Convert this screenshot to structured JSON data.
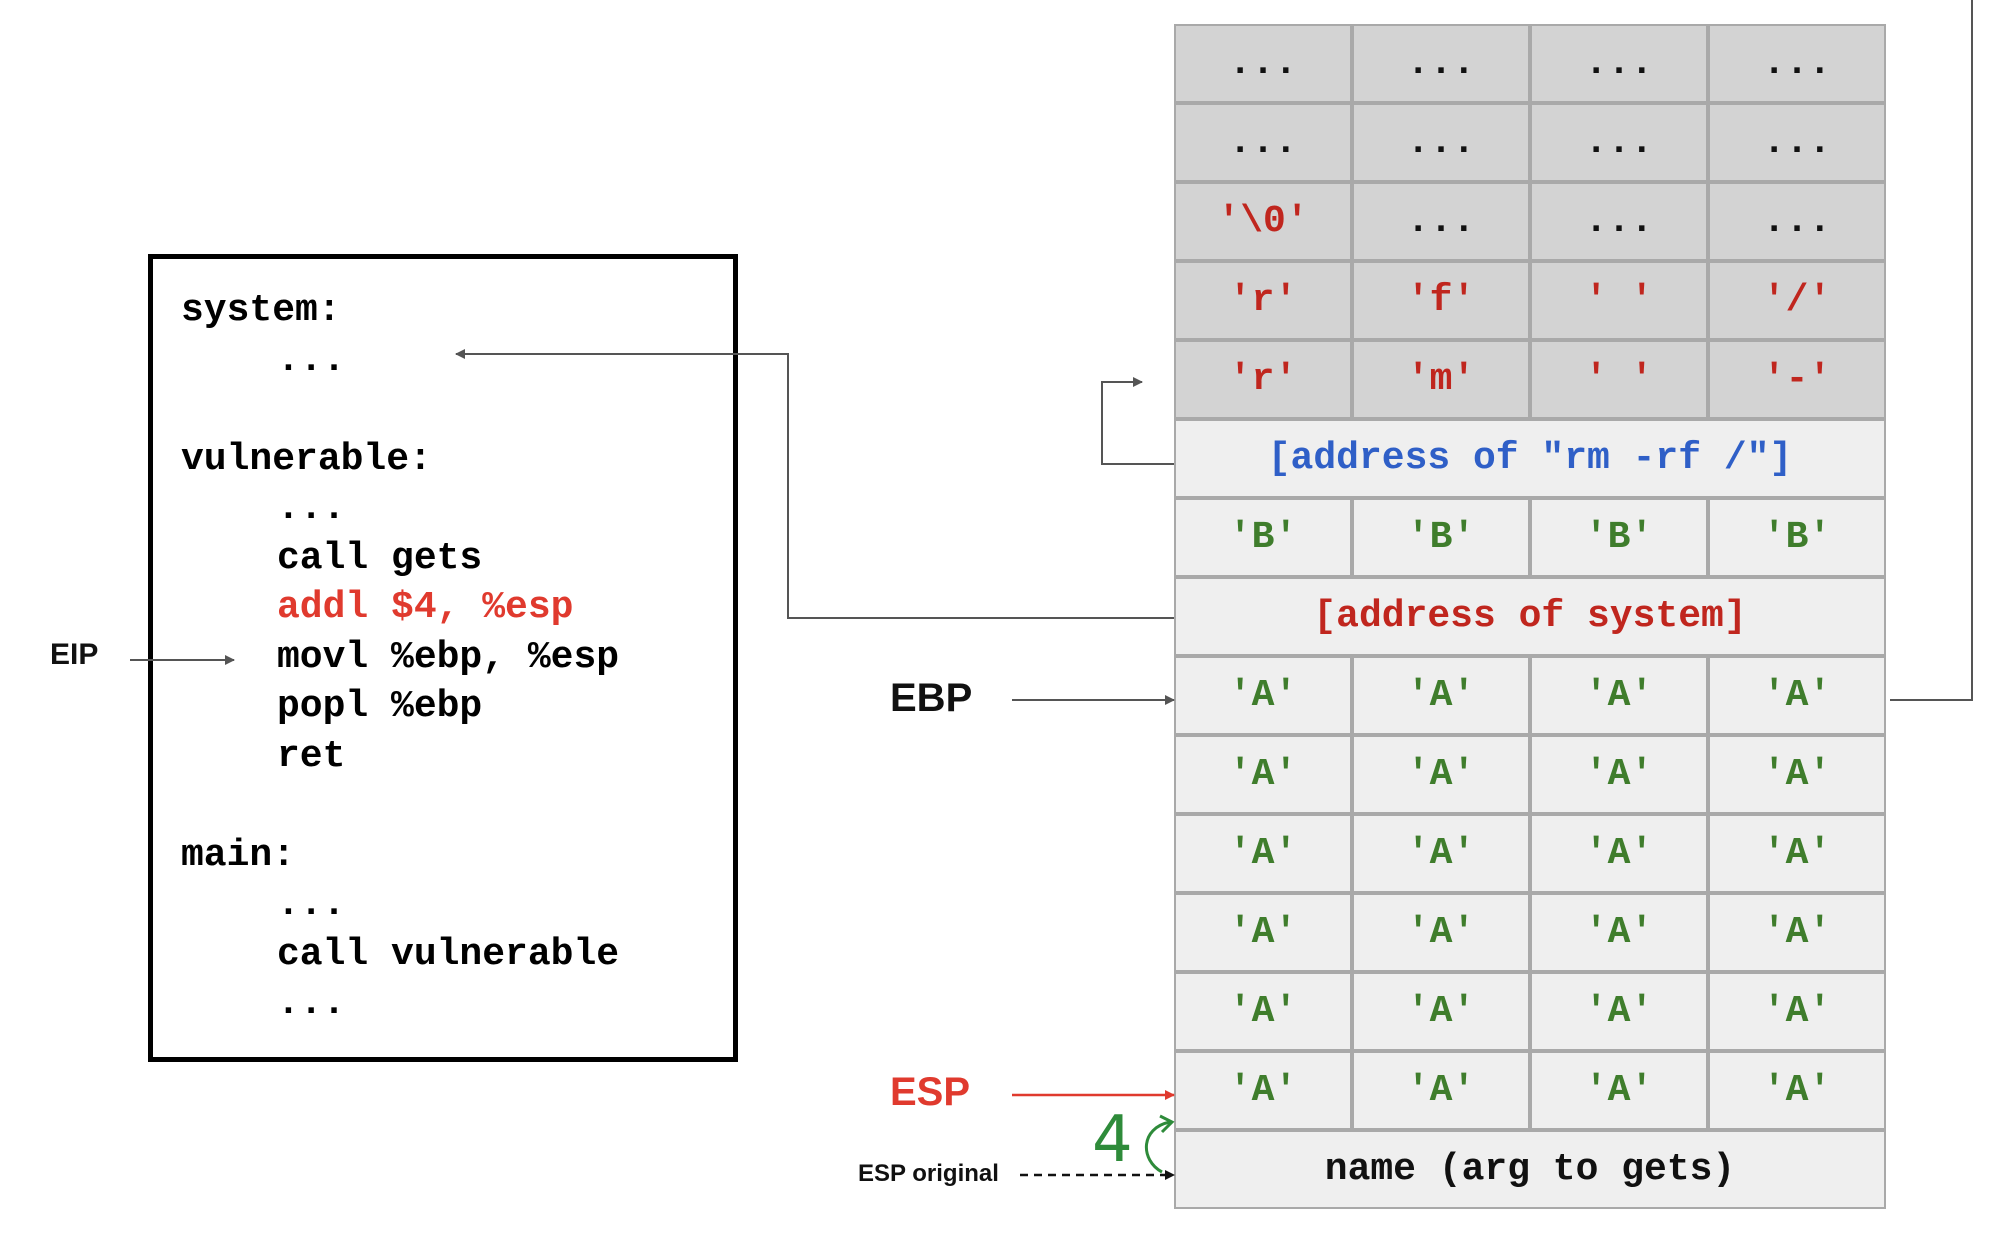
{
  "code": {
    "lines": [
      {
        "text": "system:",
        "indent": false,
        "highlight": false
      },
      {
        "text": "...",
        "indent": true,
        "highlight": false
      },
      {
        "text": "",
        "indent": false,
        "highlight": false
      },
      {
        "text": "vulnerable:",
        "indent": false,
        "highlight": false
      },
      {
        "text": "...",
        "indent": true,
        "highlight": false
      },
      {
        "text": "call gets",
        "indent": true,
        "highlight": false
      },
      {
        "text": "addl $4, %esp",
        "indent": true,
        "highlight": true
      },
      {
        "text": "movl %ebp, %esp",
        "indent": true,
        "highlight": false
      },
      {
        "text": "popl %ebp",
        "indent": true,
        "highlight": false
      },
      {
        "text": "ret",
        "indent": true,
        "highlight": false
      },
      {
        "text": "",
        "indent": false,
        "highlight": false
      },
      {
        "text": "main:",
        "indent": false,
        "highlight": false
      },
      {
        "text": "...",
        "indent": true,
        "highlight": false
      },
      {
        "text": "call vulnerable",
        "indent": true,
        "highlight": false
      },
      {
        "text": "...",
        "indent": true,
        "highlight": false
      }
    ]
  },
  "labels": {
    "eip": "EIP",
    "ebp": "EBP",
    "esp": "ESP",
    "esp_original": "ESP original",
    "handwritten": "4"
  },
  "stack": {
    "rows": [
      {
        "shade": "dark",
        "cells": [
          {
            "text": "...",
            "color": "black"
          },
          {
            "text": "...",
            "color": "black"
          },
          {
            "text": "...",
            "color": "black"
          },
          {
            "text": "...",
            "color": "black"
          }
        ]
      },
      {
        "shade": "dark",
        "cells": [
          {
            "text": "...",
            "color": "black"
          },
          {
            "text": "...",
            "color": "black"
          },
          {
            "text": "...",
            "color": "black"
          },
          {
            "text": "...",
            "color": "black"
          }
        ]
      },
      {
        "shade": "dark",
        "cells": [
          {
            "text": "'\\0'",
            "color": "red"
          },
          {
            "text": "...",
            "color": "black"
          },
          {
            "text": "...",
            "color": "black"
          },
          {
            "text": "...",
            "color": "black"
          }
        ]
      },
      {
        "shade": "dark",
        "cells": [
          {
            "text": "'r'",
            "color": "red"
          },
          {
            "text": "'f'",
            "color": "red"
          },
          {
            "text": "' '",
            "color": "red"
          },
          {
            "text": "'/'",
            "color": "red"
          }
        ]
      },
      {
        "shade": "dark",
        "cells": [
          {
            "text": "'r'",
            "color": "red"
          },
          {
            "text": "'m'",
            "color": "red"
          },
          {
            "text": "' '",
            "color": "red"
          },
          {
            "text": "'-'",
            "color": "red"
          }
        ]
      },
      {
        "shade": "light",
        "cells": [
          {
            "text": "[address of \"rm -rf /\"]",
            "color": "blue"
          }
        ]
      },
      {
        "shade": "light",
        "cells": [
          {
            "text": "'B'",
            "color": "green"
          },
          {
            "text": "'B'",
            "color": "green"
          },
          {
            "text": "'B'",
            "color": "green"
          },
          {
            "text": "'B'",
            "color": "green"
          }
        ]
      },
      {
        "shade": "light",
        "cells": [
          {
            "text": "[address of system]",
            "color": "red"
          }
        ]
      },
      {
        "shade": "light",
        "cells": [
          {
            "text": "'A'",
            "color": "green"
          },
          {
            "text": "'A'",
            "color": "green"
          },
          {
            "text": "'A'",
            "color": "green"
          },
          {
            "text": "'A'",
            "color": "green"
          }
        ]
      },
      {
        "shade": "light",
        "cells": [
          {
            "text": "'A'",
            "color": "green"
          },
          {
            "text": "'A'",
            "color": "green"
          },
          {
            "text": "'A'",
            "color": "green"
          },
          {
            "text": "'A'",
            "color": "green"
          }
        ]
      },
      {
        "shade": "light",
        "cells": [
          {
            "text": "'A'",
            "color": "green"
          },
          {
            "text": "'A'",
            "color": "green"
          },
          {
            "text": "'A'",
            "color": "green"
          },
          {
            "text": "'A'",
            "color": "green"
          }
        ]
      },
      {
        "shade": "light",
        "cells": [
          {
            "text": "'A'",
            "color": "green"
          },
          {
            "text": "'A'",
            "color": "green"
          },
          {
            "text": "'A'",
            "color": "green"
          },
          {
            "text": "'A'",
            "color": "green"
          }
        ]
      },
      {
        "shade": "light",
        "cells": [
          {
            "text": "'A'",
            "color": "green"
          },
          {
            "text": "'A'",
            "color": "green"
          },
          {
            "text": "'A'",
            "color": "green"
          },
          {
            "text": "'A'",
            "color": "green"
          }
        ]
      },
      {
        "shade": "light",
        "cells": [
          {
            "text": "'A'",
            "color": "green"
          },
          {
            "text": "'A'",
            "color": "green"
          },
          {
            "text": "'A'",
            "color": "green"
          },
          {
            "text": "'A'",
            "color": "green"
          }
        ]
      },
      {
        "shade": "light",
        "cells": [
          {
            "text": "name (arg to gets)",
            "color": "black"
          }
        ]
      }
    ]
  },
  "colors": {
    "highlight_red": "#e03a2e",
    "esp_red": "#e03a2e",
    "handwriting_green": "#2e8b3a"
  }
}
